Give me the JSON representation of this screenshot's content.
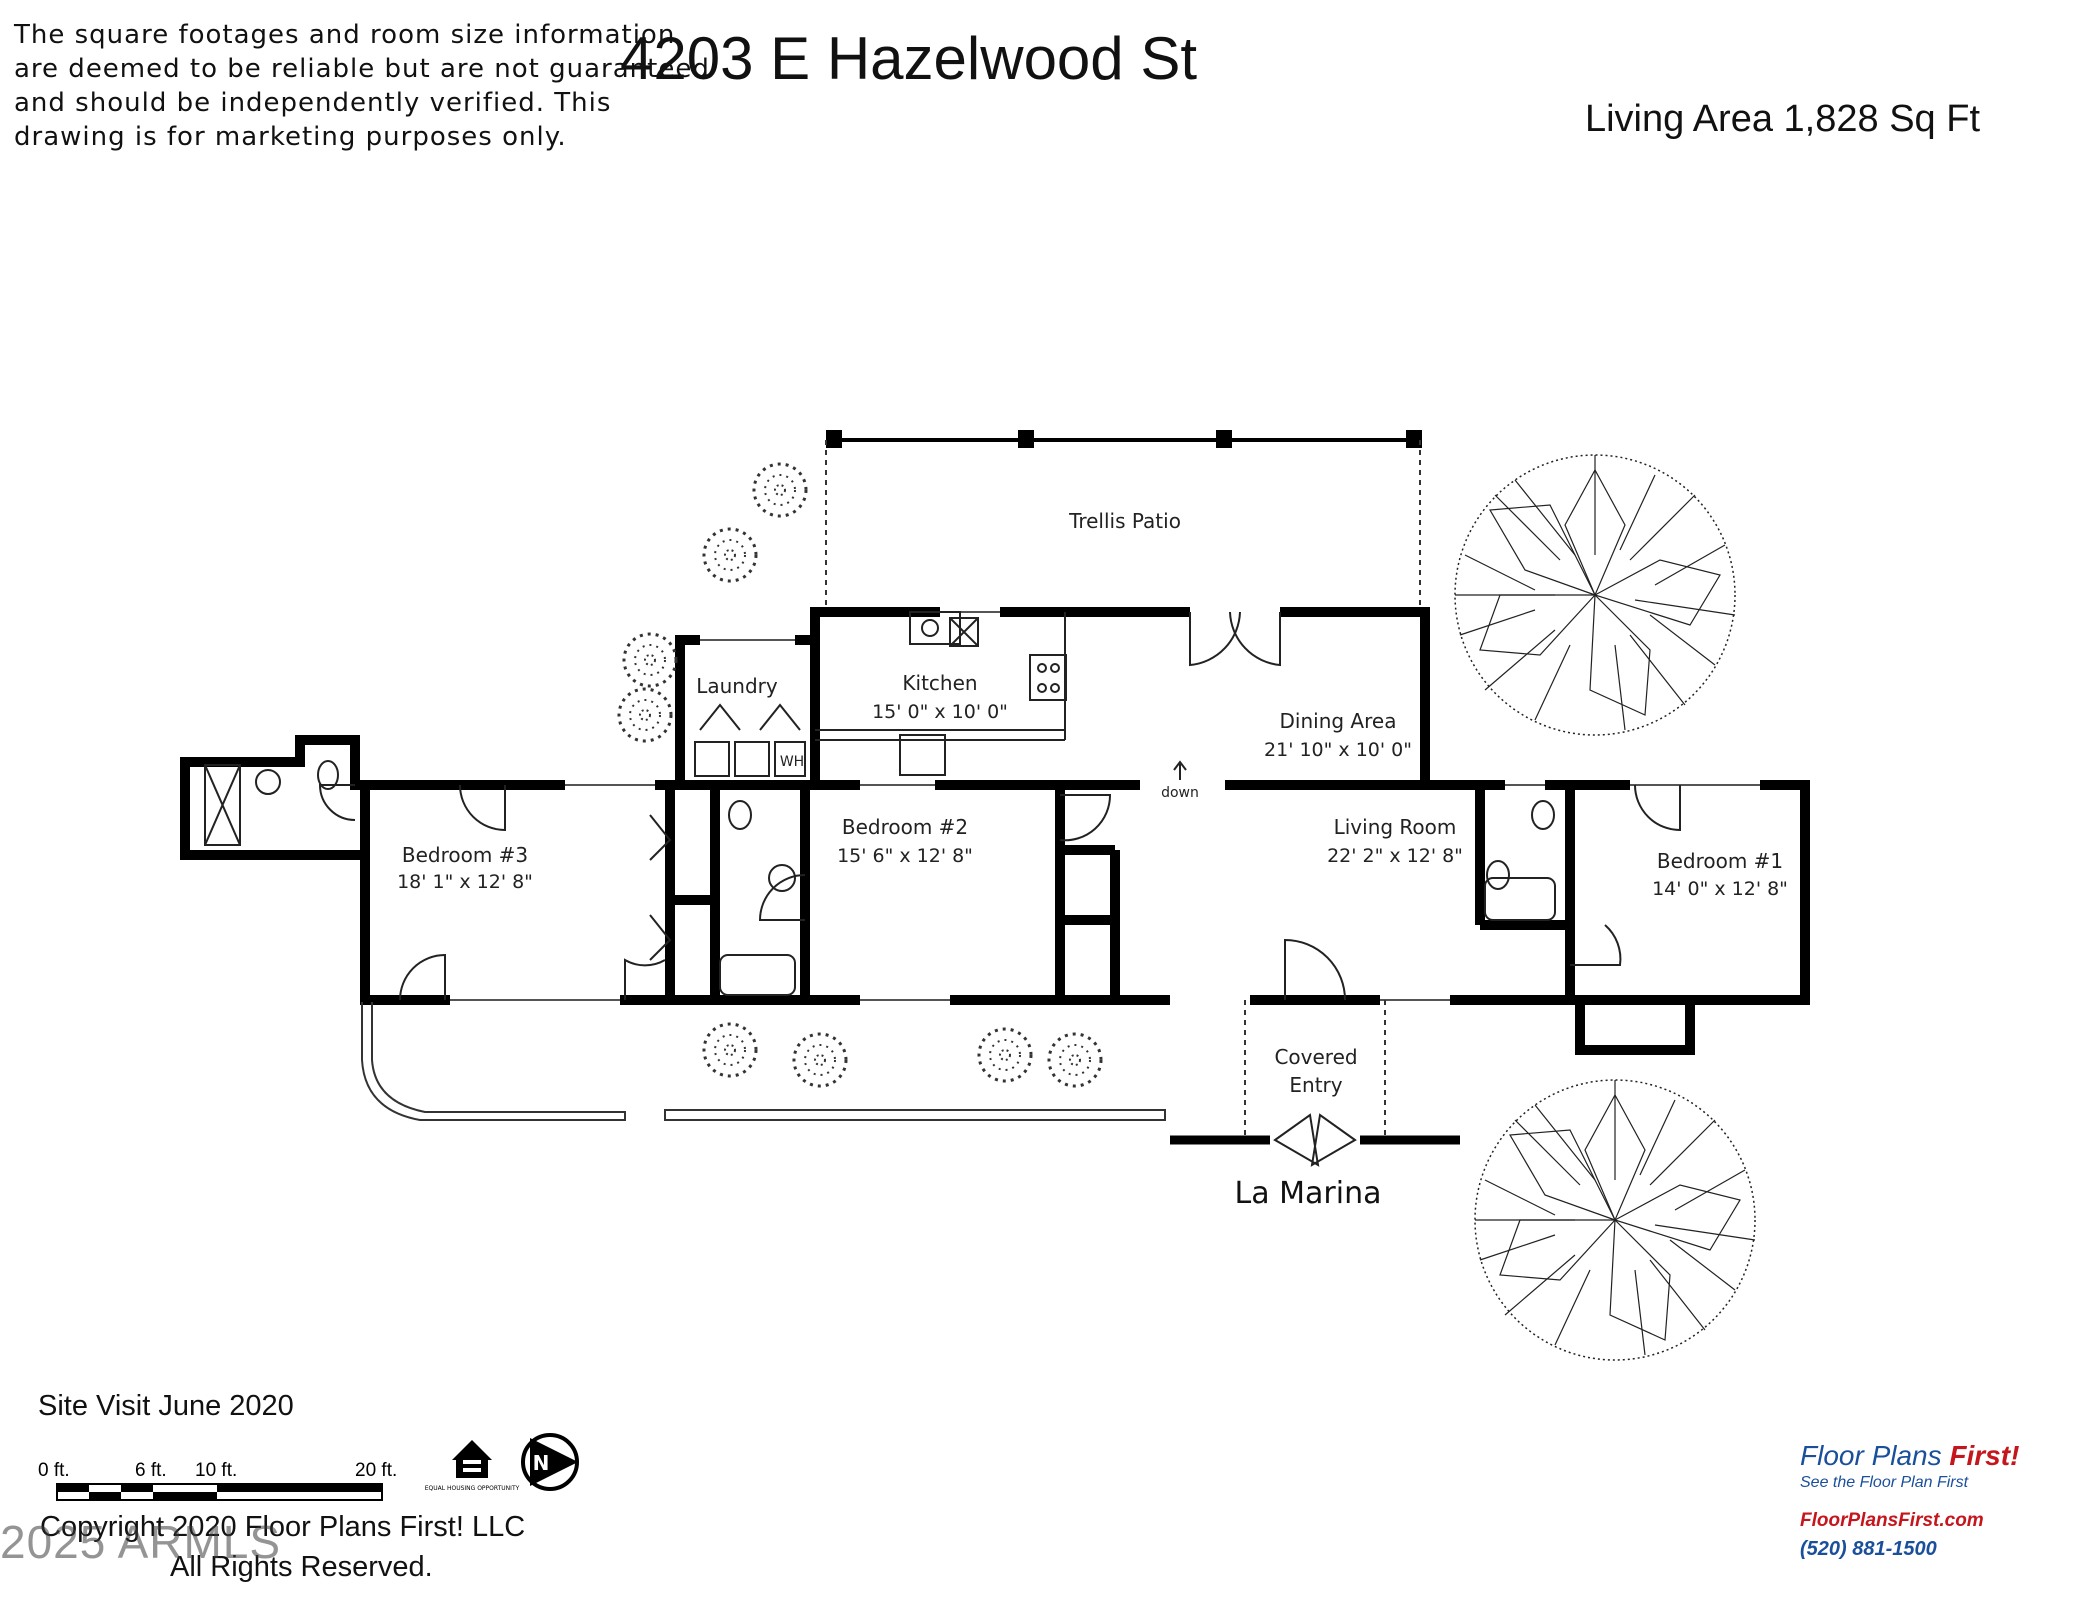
{
  "header": {
    "disclaimer_lines": [
      "The square footages and room size information",
      "are deemed to be reliable but are not guaranteed",
      "and should be independently verified. This",
      "drawing is for marketing purposes only."
    ],
    "title": "4203 E Hazelwood St",
    "living_area": "Living Area 1,828 Sq Ft"
  },
  "rooms": {
    "trellis_patio": {
      "name": "Trellis Patio"
    },
    "laundry": {
      "name": "Laundry"
    },
    "kitchen": {
      "name": "Kitchen",
      "size": "15' 0\" x 10' 0\""
    },
    "dining": {
      "name": "Dining Area",
      "size": "21' 10\" x 10' 0\""
    },
    "bedroom3": {
      "name": "Bedroom #3",
      "size": "18' 1\" x 12' 8\""
    },
    "bedroom2": {
      "name": "Bedroom #2",
      "size": "15' 6\" x 12' 8\""
    },
    "living": {
      "name": "Living Room",
      "size": "22' 2\" x 12' 8\""
    },
    "bedroom1": {
      "name": "Bedroom #1",
      "size": "14' 0\" x 12' 8\""
    },
    "covered_entry": {
      "line1": "Covered",
      "line2": "Entry"
    },
    "down_label": "down",
    "water_heater": "WH"
  },
  "street": "La Marina",
  "footer": {
    "site_visit": "Site Visit June 2020",
    "scale_labels": [
      "0 ft.",
      "6 ft.",
      "10 ft.",
      "20 ft."
    ],
    "equal_housing": "EQUAL HOUSING OPPORTUNITY",
    "north": "N",
    "copyright_line1": "Copyright 2020 Floor Plans First! LLC",
    "copyright_line2": "All Rights Reserved.",
    "watermark": "2025 ARMLS"
  },
  "logo": {
    "brand_a": "Floor Plans ",
    "brand_b": "First!",
    "tagline": "See the Floor Plan First",
    "url": "FloorPlansFirst.com",
    "phone": "(520) 881-1500"
  },
  "colors": {
    "wall": "#000000",
    "brand_blue": "#1a4f9c",
    "brand_red": "#c4161c"
  }
}
